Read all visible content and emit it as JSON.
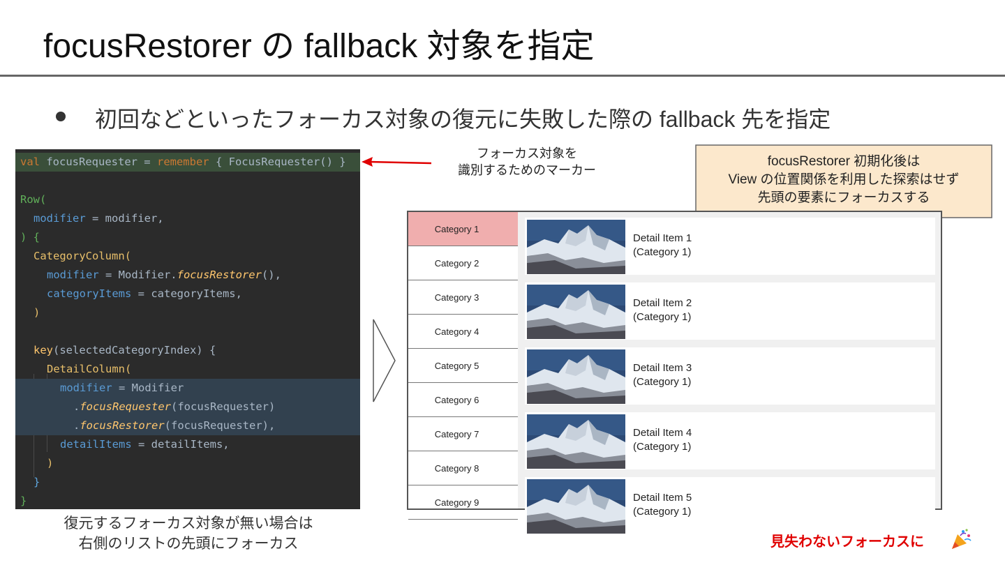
{
  "slide": {
    "title": "focusRestorer の fallback 対象を指定",
    "bullet": "初回などといったフォーカス対象の復元に失敗した際の fallback 先を指定"
  },
  "code": {
    "line1": {
      "kw": "val",
      "name": " focusRequester = ",
      "fn": "remember",
      "rest": " { FocusRequester() }"
    },
    "line2": "Row(",
    "line3": {
      "param": "modifier",
      "rest": " = modifier,"
    },
    "line4": ") {",
    "line5": "CategoryColumn(",
    "line6": {
      "param": "modifier",
      "mid": " = Modifier.",
      "ital": "focusRestorer",
      "rest": "(),"
    },
    "line7": {
      "param": "categoryItems",
      "rest": " = categoryItems,"
    },
    "line8": ")",
    "line9": {
      "fn": "key",
      "rest": "(selectedCategoryIndex) {"
    },
    "line10": "DetailColumn(",
    "line11": {
      "param": "modifier",
      "rest": " = Modifier"
    },
    "line12": {
      "ital": "focusRequester",
      "rest": "(focusRequester)"
    },
    "line13": {
      "ital": "focusRestorer",
      "rest": "(focusRequester),"
    },
    "line14": {
      "param": "detailItems",
      "rest": " = detailItems,"
    },
    "line15": ")",
    "line16": "}",
    "line17": "}"
  },
  "marker_label": {
    "line1": "フォーカス対象を",
    "line2": "識別するためのマーカー"
  },
  "callout": {
    "line1": "focusRestorer 初期化後は",
    "line2": "View の位置関係を利用した探索はせず",
    "line3": "先頭の要素にフォーカスする",
    "fill": "#fce8cc"
  },
  "app": {
    "categories": [
      "Category 1",
      "Category 2",
      "Category 3",
      "Category 4",
      "Category 5",
      "Category 6",
      "Category 7",
      "Category 8",
      "Category 9"
    ],
    "selected_category": "Category 1",
    "details": [
      {
        "title": "Detail Item 1",
        "sub": "(Category 1)"
      },
      {
        "title": "Detail Item 2",
        "sub": "(Category 1)"
      },
      {
        "title": "Detail Item 3",
        "sub": "(Category 1)"
      },
      {
        "title": "Detail Item 4",
        "sub": "(Category 1)"
      },
      {
        "title": "Detail Item 5",
        "sub": "(Category 1)"
      }
    ],
    "selected_color": "#f0aeae"
  },
  "caption": {
    "line1": "復元するフォーカス対象が無い場合は",
    "line2": "右側のリストの先頭にフォーカス"
  },
  "footer": {
    "note": "見失わないフォーカスに",
    "icon": "party-popper-icon",
    "color": "#e00000"
  }
}
